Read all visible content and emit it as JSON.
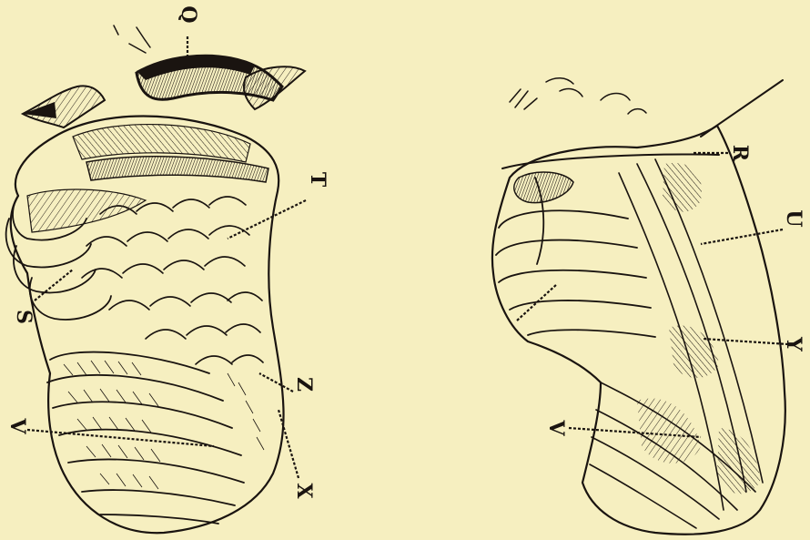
{
  "figure": {
    "background_color": "#f6efc0",
    "ink_color": "#1a1410",
    "left_wing": {
      "labels": {
        "q": "Q",
        "t": "T",
        "s": "S",
        "z": "Z",
        "x": "X",
        "v": "V"
      }
    },
    "right_wing": {
      "labels": {
        "r": "R",
        "u": "U",
        "y": "Y",
        "v": "V"
      }
    }
  }
}
